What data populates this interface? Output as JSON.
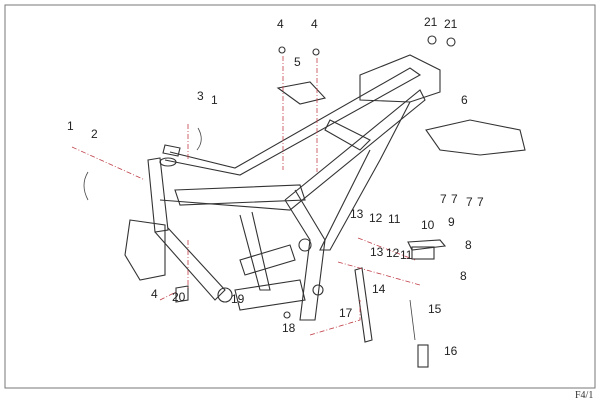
{
  "diagram": {
    "page_code": "F4/1",
    "callouts": [
      "1",
      "2",
      "3",
      "1",
      "4",
      "5",
      "4",
      "21",
      "21",
      "6",
      "7",
      "7",
      "7",
      "7",
      "13",
      "12",
      "11",
      "10",
      "9",
      "8",
      "13",
      "12",
      "11",
      "8",
      "4",
      "20",
      "19",
      "14",
      "17",
      "15",
      "18",
      "16"
    ]
  }
}
